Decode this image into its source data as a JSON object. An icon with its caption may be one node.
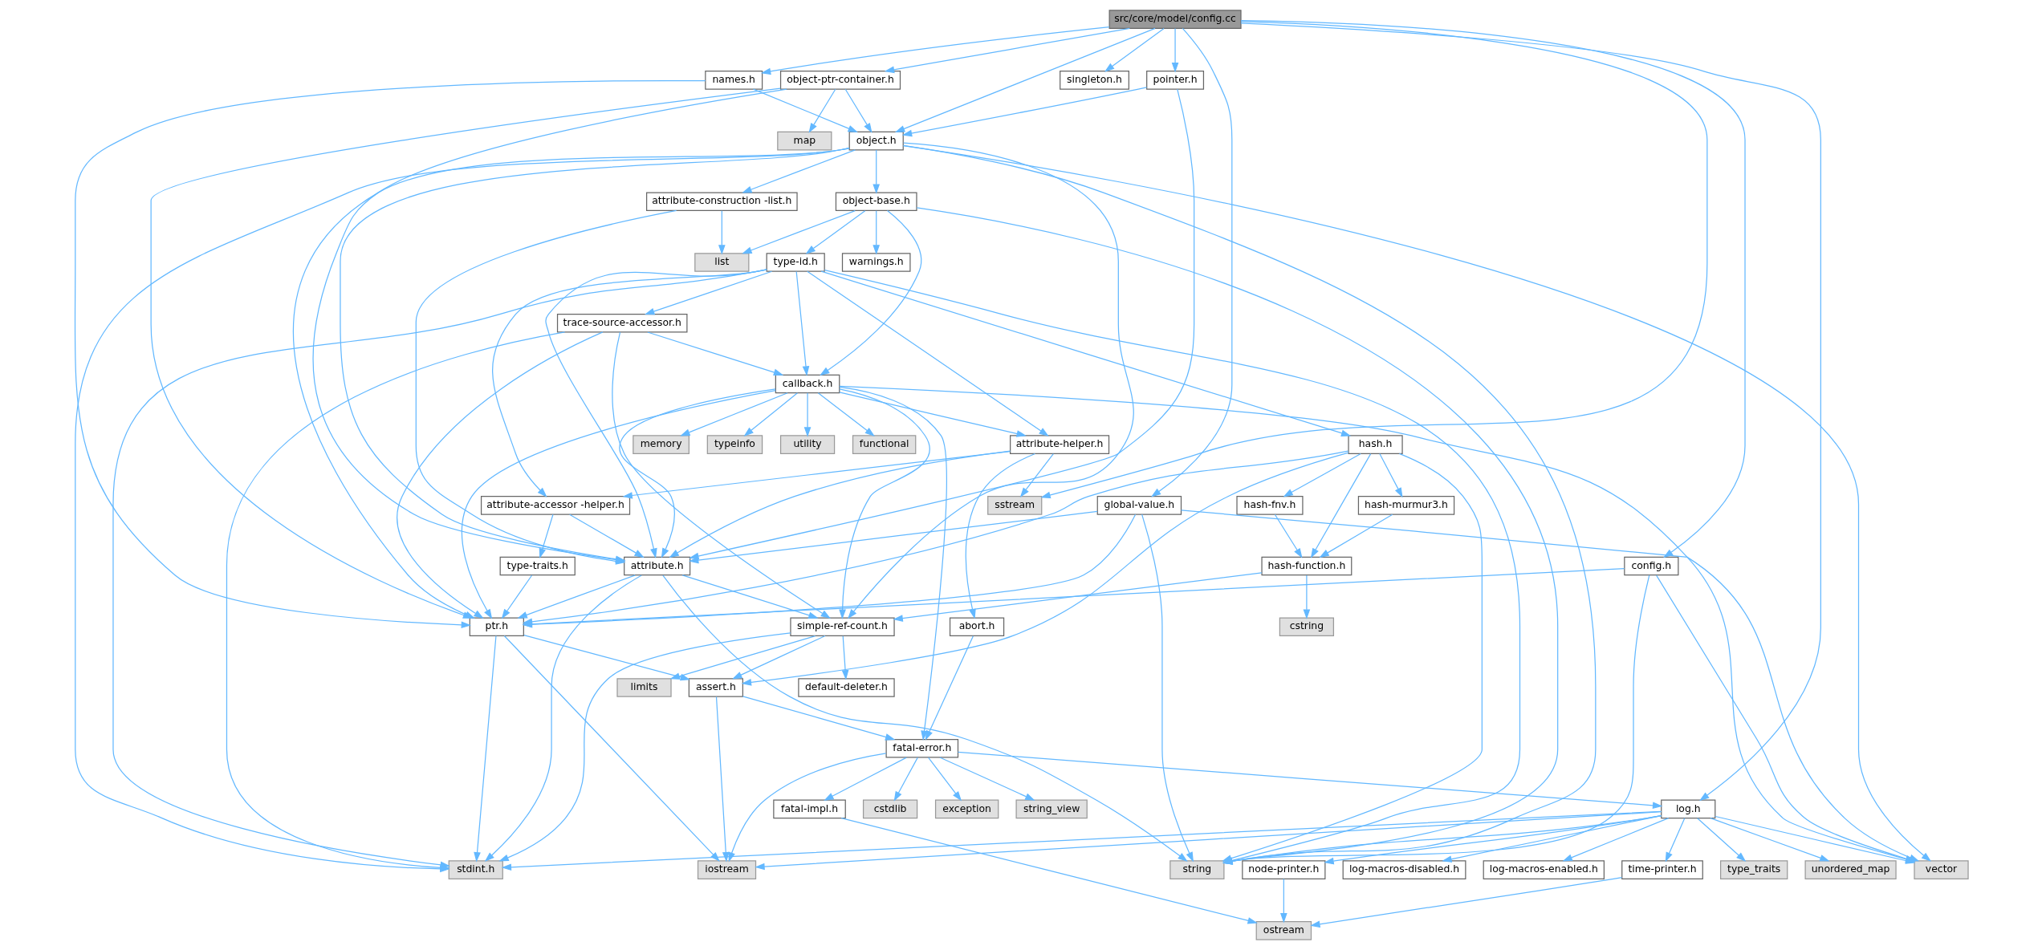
{
  "diagram": {
    "nodes": [
      {
        "text": [
          "src/core/model/config.cc"
        ]
      },
      {
        "text": [
          "names.h"
        ]
      },
      {
        "text": [
          "object-ptr-container.h"
        ]
      },
      {
        "text": [
          "pointer.h"
        ]
      },
      {
        "text": [
          "singleton.h"
        ]
      },
      {
        "text": [
          "object.h"
        ]
      },
      {
        "text": [
          "map"
        ]
      },
      {
        "text": [
          "object-base.h"
        ]
      },
      {
        "text": [
          "attribute-construction -list.h"
        ]
      },
      {
        "text": [
          "list"
        ]
      },
      {
        "text": [
          "type-id.h"
        ]
      },
      {
        "text": [
          "warnings.h"
        ]
      },
      {
        "text": [
          "trace-source-accessor.h"
        ]
      },
      {
        "text": [
          "callback.h"
        ]
      },
      {
        "text": [
          "hash.h"
        ]
      },
      {
        "text": [
          "attribute-helper.h"
        ]
      },
      {
        "text": [
          "memory"
        ]
      },
      {
        "text": [
          "typeinfo"
        ]
      },
      {
        "text": [
          "utility"
        ]
      },
      {
        "text": [
          "functional"
        ]
      },
      {
        "text": [
          "global-value.h"
        ]
      },
      {
        "text": [
          "config.h"
        ]
      },
      {
        "text": [
          "hash-murmur3.h"
        ]
      },
      {
        "text": [
          "hash-fnv.h"
        ]
      },
      {
        "text": [
          "attribute-accessor -helper.h"
        ]
      },
      {
        "text": [
          "sstream"
        ]
      },
      {
        "text": [
          "hash-function.h"
        ]
      },
      {
        "text": [
          "type-traits.h"
        ]
      },
      {
        "text": [
          "attribute.h"
        ]
      },
      {
        "text": [
          "ptr.h"
        ]
      },
      {
        "text": [
          "cstring"
        ]
      },
      {
        "text": [
          "abort.h"
        ]
      },
      {
        "text": [
          "simple-ref-count.h"
        ]
      },
      {
        "text": [
          "limits"
        ]
      },
      {
        "text": [
          "default-deleter.h"
        ]
      },
      {
        "text": [
          "assert.h"
        ]
      },
      {
        "text": [
          "fatal-error.h"
        ]
      },
      {
        "text": [
          "log.h"
        ]
      },
      {
        "text": [
          "string_view"
        ]
      },
      {
        "text": [
          "cstdlib"
        ]
      },
      {
        "text": [
          "exception"
        ]
      },
      {
        "text": [
          "fatal-impl.h"
        ]
      },
      {
        "text": [
          "vector"
        ]
      },
      {
        "text": [
          "time-printer.h"
        ]
      },
      {
        "text": [
          "type_traits"
        ]
      },
      {
        "text": [
          "unordered_map"
        ]
      },
      {
        "text": [
          "log-macros-disabled.h"
        ]
      },
      {
        "text": [
          "log-macros-enabled.h"
        ]
      },
      {
        "text": [
          "node-printer.h"
        ]
      },
      {
        "text": [
          "string"
        ]
      },
      {
        "text": [
          "iostream"
        ]
      },
      {
        "text": [
          "stdint.h"
        ]
      },
      {
        "text": [
          "ostream"
        ]
      }
    ],
    "edges": [
      {
        "from": 0,
        "to": 21,
        "arrow": "to"
      },
      {
        "from": 0,
        "to": 20,
        "arrow": "to"
      },
      {
        "from": 0,
        "to": 37,
        "arrow": "to"
      },
      {
        "from": 0,
        "to": 1,
        "arrow": "to"
      },
      {
        "from": 0,
        "to": 2,
        "arrow": "to"
      },
      {
        "from": 0,
        "to": 5,
        "arrow": "to"
      },
      {
        "from": 0,
        "to": 3,
        "arrow": "to"
      },
      {
        "from": 0,
        "to": 4,
        "arrow": "to"
      },
      {
        "from": 0,
        "to": 25,
        "arrow": "to"
      },
      {
        "from": 1,
        "to": 5,
        "arrow": "to"
      },
      {
        "from": 1,
        "to": 29,
        "arrow": "to"
      },
      {
        "from": 2,
        "to": 5,
        "arrow": "to"
      },
      {
        "from": 2,
        "to": 29,
        "arrow": "to"
      },
      {
        "from": 2,
        "to": 6,
        "arrow": "to"
      },
      {
        "from": 2,
        "to": 28,
        "arrow": "to"
      },
      {
        "from": 3,
        "to": 5,
        "arrow": "to"
      },
      {
        "from": 3,
        "to": 28,
        "arrow": "to"
      },
      {
        "from": 5,
        "to": 8,
        "arrow": "to"
      },
      {
        "from": 5,
        "to": 7,
        "arrow": "to"
      },
      {
        "from": 5,
        "to": 29,
        "arrow": "to"
      },
      {
        "from": 5,
        "to": 32,
        "arrow": "to"
      },
      {
        "from": 5,
        "to": 28,
        "arrow": "to"
      },
      {
        "from": 5,
        "to": 51,
        "arrow": "to"
      },
      {
        "from": 5,
        "to": 49,
        "arrow": "to"
      },
      {
        "from": 5,
        "to": 42,
        "arrow": "to"
      },
      {
        "from": 7,
        "to": 13,
        "arrow": "to"
      },
      {
        "from": 7,
        "to": 10,
        "arrow": "to"
      },
      {
        "from": 7,
        "to": 11,
        "arrow": "to"
      },
      {
        "from": 7,
        "to": 9,
        "arrow": "to"
      },
      {
        "from": 7,
        "to": 49,
        "arrow": "to"
      },
      {
        "from": 8,
        "to": 28,
        "arrow": "to"
      },
      {
        "from": 8,
        "to": 9,
        "arrow": "to"
      },
      {
        "from": 10,
        "to": 24,
        "arrow": "to"
      },
      {
        "from": 10,
        "to": 15,
        "arrow": "to"
      },
      {
        "from": 10,
        "to": 28,
        "arrow": "to"
      },
      {
        "from": 10,
        "to": 13,
        "arrow": "to"
      },
      {
        "from": 10,
        "to": 14,
        "arrow": "to"
      },
      {
        "from": 10,
        "to": 12,
        "arrow": "to"
      },
      {
        "from": 10,
        "to": 51,
        "arrow": "to"
      },
      {
        "from": 10,
        "to": 49,
        "arrow": "to"
      },
      {
        "from": 12,
        "to": 13,
        "arrow": "to"
      },
      {
        "from": 12,
        "to": 29,
        "arrow": "to"
      },
      {
        "from": 12,
        "to": 32,
        "arrow": "to"
      },
      {
        "from": 12,
        "to": 51,
        "arrow": "to"
      },
      {
        "from": 13,
        "to": 15,
        "arrow": "to"
      },
      {
        "from": 13,
        "to": 28,
        "arrow": "to"
      },
      {
        "from": 13,
        "to": 36,
        "arrow": "to"
      },
      {
        "from": 13,
        "to": 29,
        "arrow": "to"
      },
      {
        "from": 13,
        "to": 32,
        "arrow": "to"
      },
      {
        "from": 13,
        "to": 19,
        "arrow": "to"
      },
      {
        "from": 13,
        "to": 16,
        "arrow": "to"
      },
      {
        "from": 13,
        "to": 17,
        "arrow": "to"
      },
      {
        "from": 13,
        "to": 18,
        "arrow": "to"
      },
      {
        "from": 13,
        "to": 42,
        "arrow": "to"
      },
      {
        "from": 14,
        "to": 35,
        "arrow": "to"
      },
      {
        "from": 14,
        "to": 23,
        "arrow": "to"
      },
      {
        "from": 14,
        "to": 22,
        "arrow": "to"
      },
      {
        "from": 14,
        "to": 26,
        "arrow": "to"
      },
      {
        "from": 14,
        "to": 29,
        "arrow": "to"
      },
      {
        "from": 14,
        "to": 49,
        "arrow": "to"
      },
      {
        "from": 15,
        "to": 31,
        "arrow": "to"
      },
      {
        "from": 15,
        "to": 24,
        "arrow": "to"
      },
      {
        "from": 15,
        "to": 28,
        "arrow": "to"
      },
      {
        "from": 15,
        "to": 25,
        "arrow": "to"
      },
      {
        "from": 24,
        "to": 28,
        "arrow": "to"
      },
      {
        "from": 24,
        "to": 27,
        "arrow": "to"
      },
      {
        "from": 27,
        "to": 29,
        "arrow": "to"
      },
      {
        "from": 22,
        "to": 26,
        "arrow": "to"
      },
      {
        "from": 23,
        "to": 26,
        "arrow": "to"
      },
      {
        "from": 26,
        "to": 32,
        "arrow": "to"
      },
      {
        "from": 26,
        "to": 30,
        "arrow": "to"
      },
      {
        "from": 28,
        "to": 29,
        "arrow": "to"
      },
      {
        "from": 28,
        "to": 32,
        "arrow": "to"
      },
      {
        "from": 28,
        "to": 51,
        "arrow": "to"
      },
      {
        "from": 28,
        "to": 49,
        "arrow": "to"
      },
      {
        "from": 29,
        "to": 35,
        "arrow": "to"
      },
      {
        "from": 29,
        "to": 50,
        "arrow": "to"
      },
      {
        "from": 29,
        "to": 51,
        "arrow": "to"
      },
      {
        "from": 31,
        "to": 36,
        "arrow": "to"
      },
      {
        "from": 32,
        "to": 35,
        "arrow": "to"
      },
      {
        "from": 32,
        "to": 34,
        "arrow": "to"
      },
      {
        "from": 32,
        "to": 33,
        "arrow": "to"
      },
      {
        "from": 32,
        "to": 51,
        "arrow": "to"
      },
      {
        "from": 35,
        "to": 36,
        "arrow": "to"
      },
      {
        "from": 35,
        "to": 50,
        "arrow": "to"
      },
      {
        "from": 36,
        "to": 41,
        "arrow": "to"
      },
      {
        "from": 36,
        "to": 37,
        "arrow": "to"
      },
      {
        "from": 36,
        "to": 39,
        "arrow": "to"
      },
      {
        "from": 36,
        "to": 40,
        "arrow": "to"
      },
      {
        "from": 36,
        "to": 50,
        "arrow": "to"
      },
      {
        "from": 36,
        "to": 38,
        "arrow": "to"
      },
      {
        "from": 41,
        "to": 52,
        "arrow": "to"
      },
      {
        "from": 37,
        "to": 46,
        "arrow": "to"
      },
      {
        "from": 37,
        "to": 47,
        "arrow": "to"
      },
      {
        "from": 37,
        "to": 48,
        "arrow": "to"
      },
      {
        "from": 37,
        "to": 43,
        "arrow": "to"
      },
      {
        "from": 37,
        "to": 50,
        "arrow": "to"
      },
      {
        "from": 37,
        "to": 51,
        "arrow": "to"
      },
      {
        "from": 37,
        "to": 49,
        "arrow": "to"
      },
      {
        "from": 37,
        "to": 44,
        "arrow": "to"
      },
      {
        "from": 37,
        "to": 45,
        "arrow": "to"
      },
      {
        "from": 37,
        "to": 42,
        "arrow": "to"
      },
      {
        "from": 43,
        "to": 52,
        "arrow": "to"
      },
      {
        "from": 48,
        "to": 52,
        "arrow": "to"
      },
      {
        "from": 20,
        "to": 28,
        "arrow": "to"
      },
      {
        "from": 20,
        "to": 29,
        "arrow": "to"
      },
      {
        "from": 20,
        "to": 49,
        "arrow": "to"
      },
      {
        "from": 20,
        "to": 42,
        "arrow": "to"
      },
      {
        "from": 21,
        "to": 29,
        "arrow": "to"
      },
      {
        "from": 21,
        "to": 49,
        "arrow": "to"
      },
      {
        "from": 21,
        "to": 42,
        "arrow": "to"
      }
    ]
  }
}
